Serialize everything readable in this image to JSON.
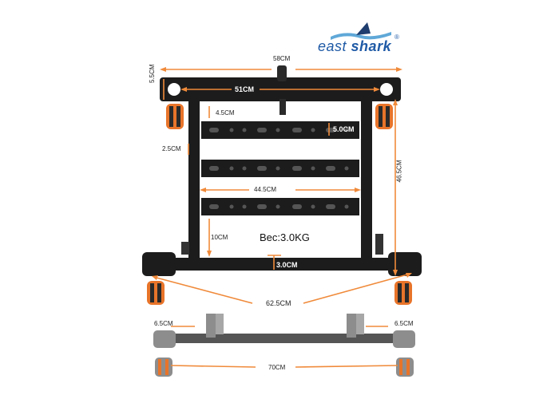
{
  "brand": {
    "name_part1": "east",
    "name_part2": "shark",
    "registered": "®",
    "accent": "#1f5aa6"
  },
  "colors": {
    "frame": "#1c1c1c",
    "orange": "#e8742a",
    "arrow": "#f08a3a",
    "silver": "#8d8d8d"
  },
  "labels": {
    "width_top": "58CM",
    "inner_width": "51CM",
    "bar_height": "5.5CM",
    "gap_top": "4.5CM",
    "slot_bar": "5.0CM",
    "bar_gap": "2.5CM",
    "total_height": "46.5CM",
    "inner_span": "44.5CM",
    "bottom_gap": "10CM",
    "weight": "Bec:3.0KG",
    "rail_height": "3.0CM",
    "feet_span": "62.5CM",
    "left_ext": "6.5CM",
    "right_ext": "6.5CM",
    "overall": "70CM"
  }
}
